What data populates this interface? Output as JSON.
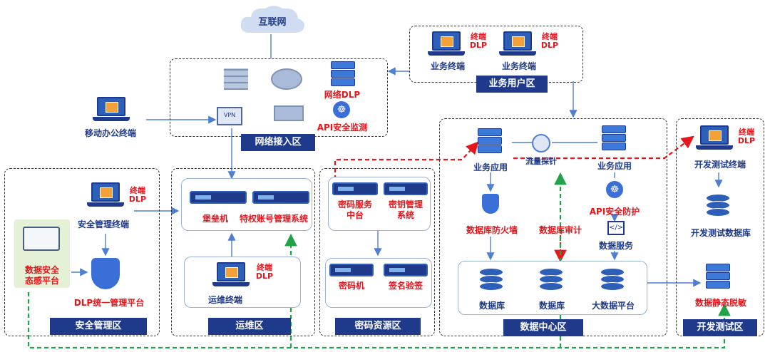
{
  "internet": "互联网",
  "zones": {
    "network_access": "网络接入区",
    "business_user": "业务用户区",
    "security_mgmt": "安全管理区",
    "ops": "运维区",
    "crypto": "密码资源区",
    "datacenter": "数据中心区",
    "devtest": "开发测试区"
  },
  "network": {
    "dlp": "网络DLP",
    "api_monitor": "API安全监测",
    "vpn": "VPN"
  },
  "business": {
    "terminal_1": "业务终端",
    "terminal_2": "业务终端"
  },
  "mobile": "移动办公终端",
  "dlp_tag": "终端\nDLP",
  "security": {
    "terminal": "安全管理终端",
    "posture": "数据安全\n态感平台",
    "dlp_platform": "DLP统一管理平台"
  },
  "ops": {
    "bastion": "堡垒机",
    "pam": "特权账号管理系统",
    "terminal": "运维终端"
  },
  "crypto": {
    "service": "密码服务\n中台",
    "key_mgmt": "密钥管理\n系统",
    "hsm": "密码机",
    "sign": "签名验签"
  },
  "datacenter": {
    "app_1": "业务应用",
    "app_2": "业务应用",
    "traffic_probe": "流量探针",
    "db_firewall": "数据库防火墙",
    "db_audit": "数据库审计",
    "api_protect": "API安全防护",
    "data_service": "数据服务",
    "db_1": "数据库",
    "db_2": "数据库",
    "bigdata": "大数据平台"
  },
  "devtest": {
    "terminal": "开发测试终端",
    "database": "开发测试数据库",
    "masking": "数据静态脱敏"
  },
  "colors": {
    "navy": "#1f3a8a",
    "red": "#e8151b",
    "green": "#22a34a",
    "blue": "#2d5fb8"
  }
}
